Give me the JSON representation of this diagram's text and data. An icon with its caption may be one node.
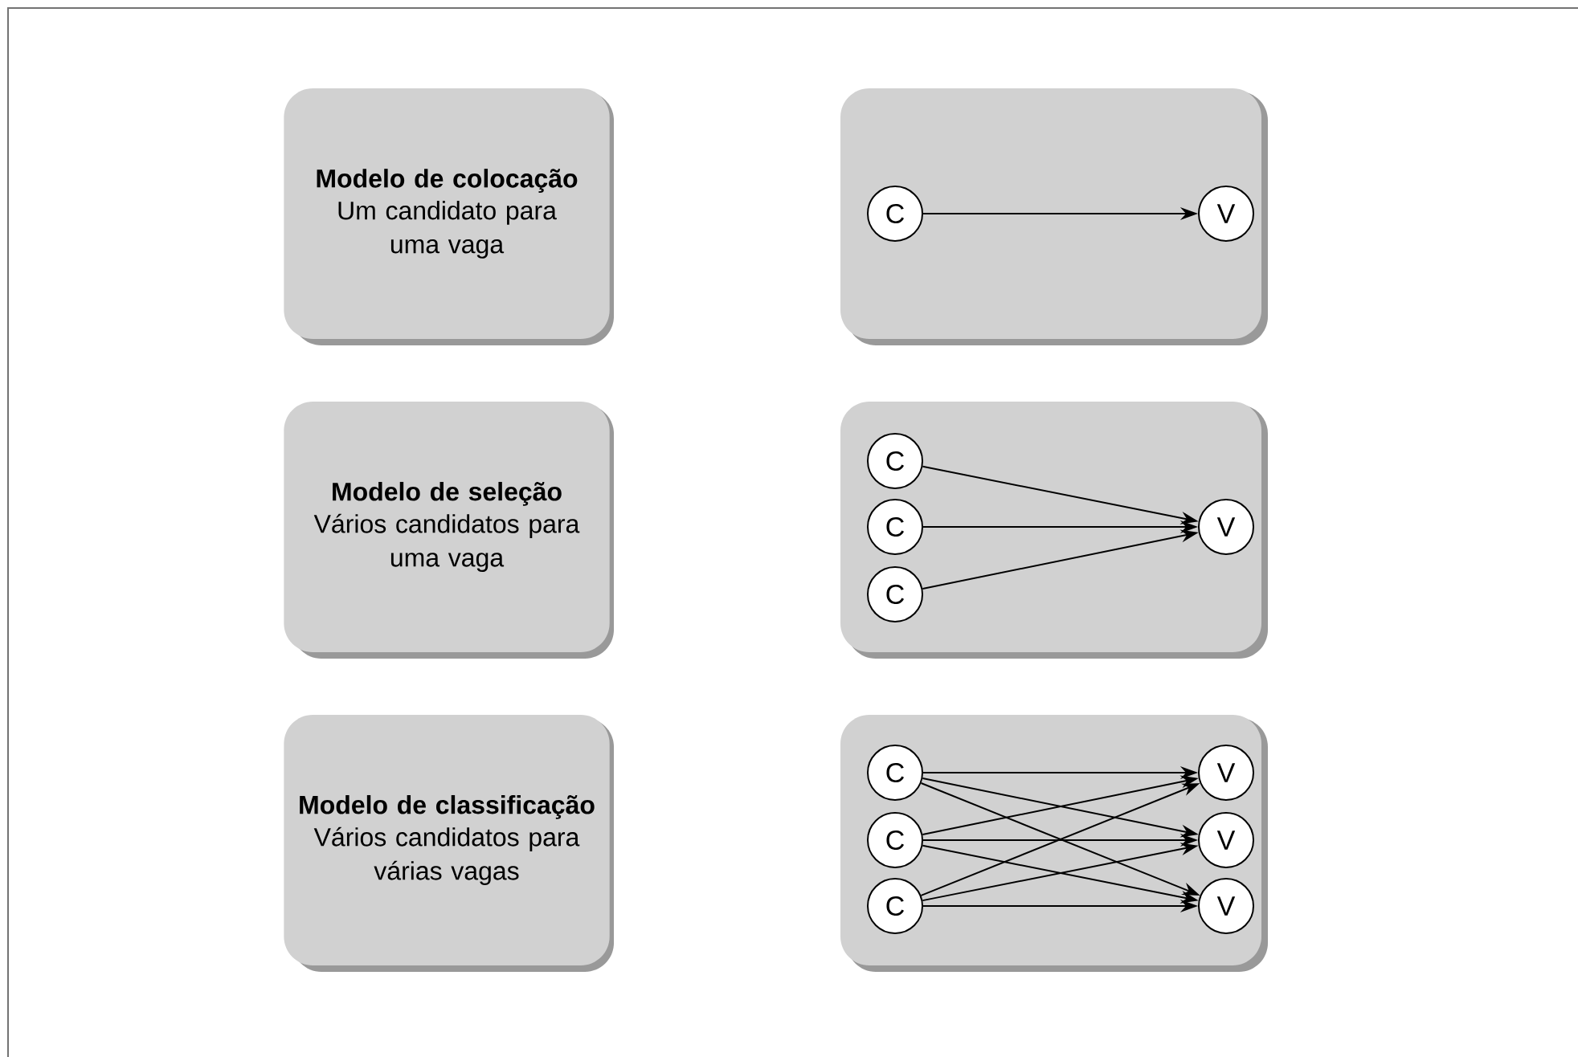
{
  "diagram": {
    "nodes": [
      {
        "text": [
          "Modelo de colocação",
          "Um candidato para uma vaga"
        ]
      },
      {
        "text": [],
        "shape": "box"
      },
      {
        "text": [
          "C"
        ],
        "in": 1
      },
      {
        "text": [
          "V"
        ],
        "in": 1
      },
      {
        "text": [
          "Modelo de seleção",
          "Vários candidatos para uma vaga"
        ]
      },
      {
        "text": [],
        "shape": "box"
      },
      {
        "text": [
          "C"
        ],
        "in": 5
      },
      {
        "text": [
          "C"
        ],
        "in": 5
      },
      {
        "text": [
          "C"
        ],
        "in": 5
      },
      {
        "text": [
          "V"
        ],
        "in": 5
      },
      {
        "text": [
          "Modelo de classificação",
          "Vários candidatos para várias vagas"
        ]
      },
      {
        "text": [],
        "shape": "box"
      },
      {
        "text": [
          "C"
        ],
        "in": 11
      },
      {
        "text": [
          "C"
        ],
        "in": 11
      },
      {
        "text": [
          "C"
        ],
        "in": 11
      },
      {
        "text": [
          "V"
        ],
        "in": 11
      },
      {
        "text": [
          "V"
        ],
        "in": 11
      },
      {
        "text": [
          "V"
        ],
        "in": 11
      }
    ],
    "edges": [
      {
        "from": 2,
        "to": 3,
        "arrow": "to"
      },
      {
        "from": 6,
        "to": 9,
        "arrow": "to"
      },
      {
        "from": 7,
        "to": 9,
        "arrow": "to"
      },
      {
        "from": 8,
        "to": 9,
        "arrow": "to"
      },
      {
        "from": 12,
        "to": 15,
        "arrow": "to"
      },
      {
        "from": 12,
        "to": 16,
        "arrow": "to"
      },
      {
        "from": 12,
        "to": 17,
        "arrow": "to"
      },
      {
        "from": 13,
        "to": 15,
        "arrow": "to"
      },
      {
        "from": 13,
        "to": 16,
        "arrow": "to"
      },
      {
        "from": 13,
        "to": 17,
        "arrow": "to"
      },
      {
        "from": 14,
        "to": 15,
        "arrow": "to"
      },
      {
        "from": 14,
        "to": 16,
        "arrow": "to"
      },
      {
        "from": 14,
        "to": 17,
        "arrow": "to"
      }
    ]
  }
}
